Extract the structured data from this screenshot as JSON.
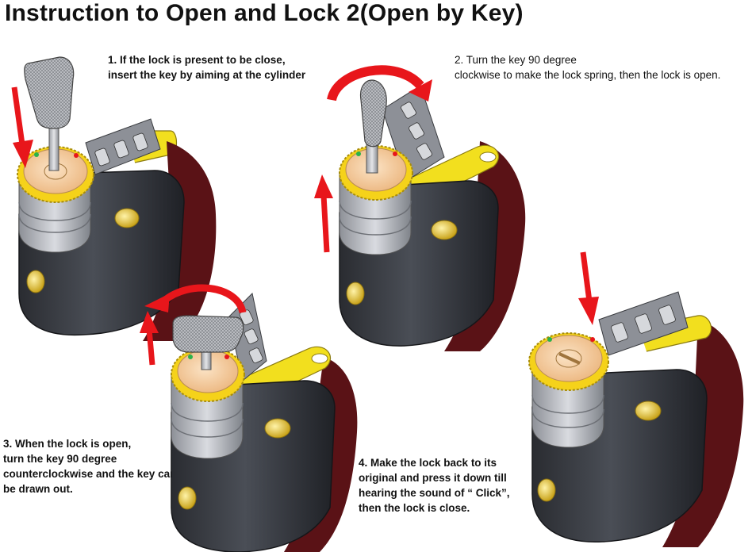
{
  "title": "Instruction to Open and Lock 2(Open by Key)",
  "colors": {
    "arrow": "#e8161b",
    "body": "#3a3d44",
    "base": "#5a1216",
    "collar": "#f5d21a",
    "face": "#f6c99a",
    "metal": "#b6b9bf",
    "strap": "#f2df1e",
    "clip": "#1b2fd0"
  },
  "steps": [
    {
      "lines": [
        "1. If the lock is present to be close,",
        "insert the key by aiming at the cylinder"
      ]
    },
    {
      "lines": [
        "2. Turn the key 90 degree",
        "clockwise to make the lock spring, then the lock is open."
      ]
    },
    {
      "lines": [
        "3. When the lock is open,",
        "turn the key 90 degree",
        "counterclockwise and the key can",
        "be drawn out."
      ]
    },
    {
      "lines": [
        "4. Make the lock back to its",
        "original and press it down till",
        "hearing the sound of “ Click”,",
        "then the lock is close."
      ]
    }
  ],
  "figures": [
    {
      "name": "lock-step-1",
      "key": "inserting",
      "arrow": "down",
      "open": false
    },
    {
      "name": "lock-step-2",
      "key": "turned",
      "arrow": "up",
      "rotation": "clockwise",
      "open": true
    },
    {
      "name": "lock-step-3",
      "key": "turned-back",
      "arrow": "up",
      "rotation": "counterclockwise",
      "open": true
    },
    {
      "name": "lock-step-4",
      "key": "none",
      "arrow": "down",
      "open": false
    }
  ]
}
